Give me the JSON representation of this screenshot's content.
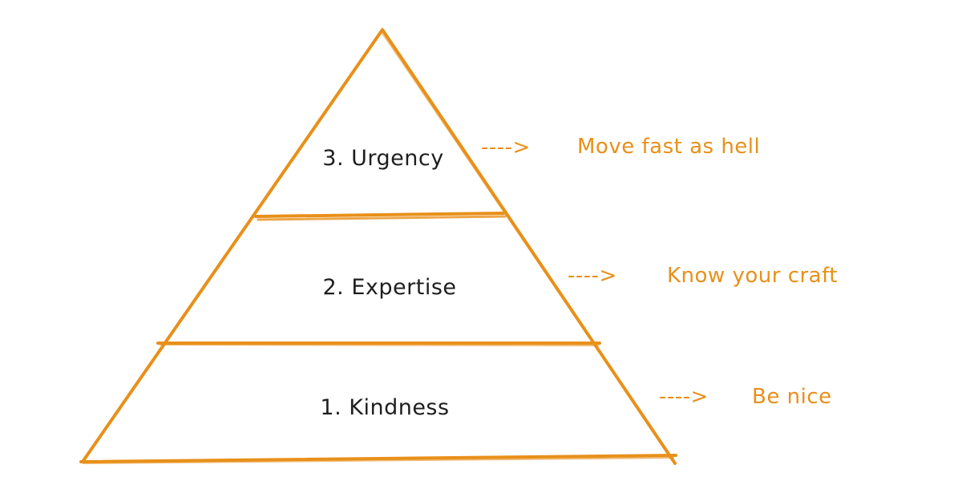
{
  "colors": {
    "accent": "#e8901a",
    "text": "#1e1e1e"
  },
  "tiers": [
    {
      "label": "3. Urgency",
      "note": "Move fast as hell",
      "arrow": "---->"
    },
    {
      "label": "2. Expertise",
      "note": "Know your craft",
      "arrow": "---->"
    },
    {
      "label": "1. Kindness",
      "note": "Be nice",
      "arrow": "---->"
    }
  ]
}
